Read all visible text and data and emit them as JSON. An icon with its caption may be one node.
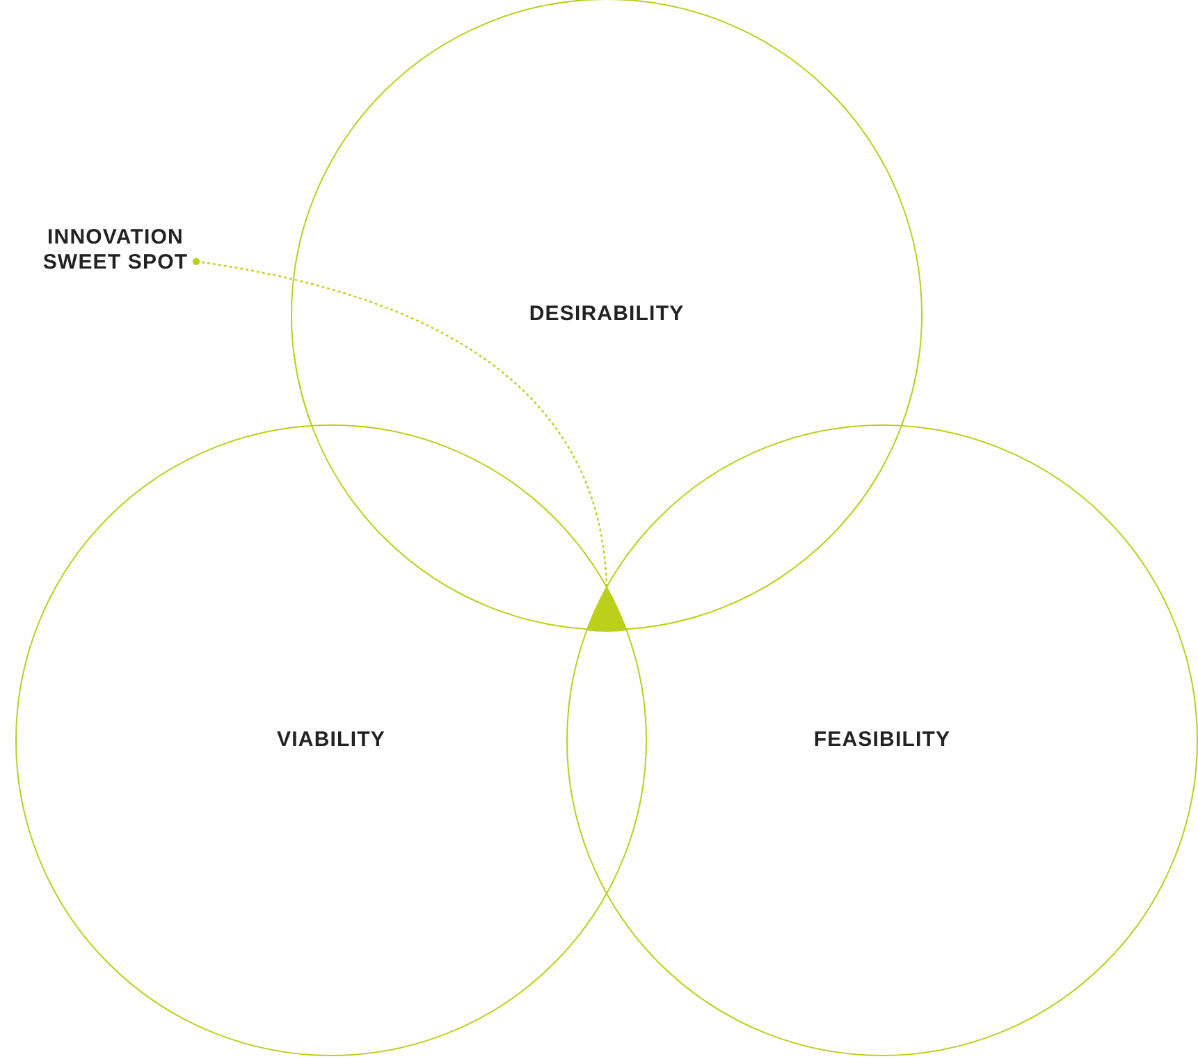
{
  "diagram": {
    "nodes": [
      {
        "text": [
          "INNOVATION SWEET SPOT"
        ]
      },
      {
        "text": [
          "DESIRABILITY"
        ]
      },
      {
        "text": [
          "VIABILITY"
        ]
      },
      {
        "text": [
          "FEASIBILITY"
        ]
      },
      {
        "text": [],
        "shape": "triangle"
      }
    ],
    "edges": [
      {
        "from": 0,
        "to": 4,
        "arrow": "other",
        "style": "dashed"
      }
    ]
  }
}
